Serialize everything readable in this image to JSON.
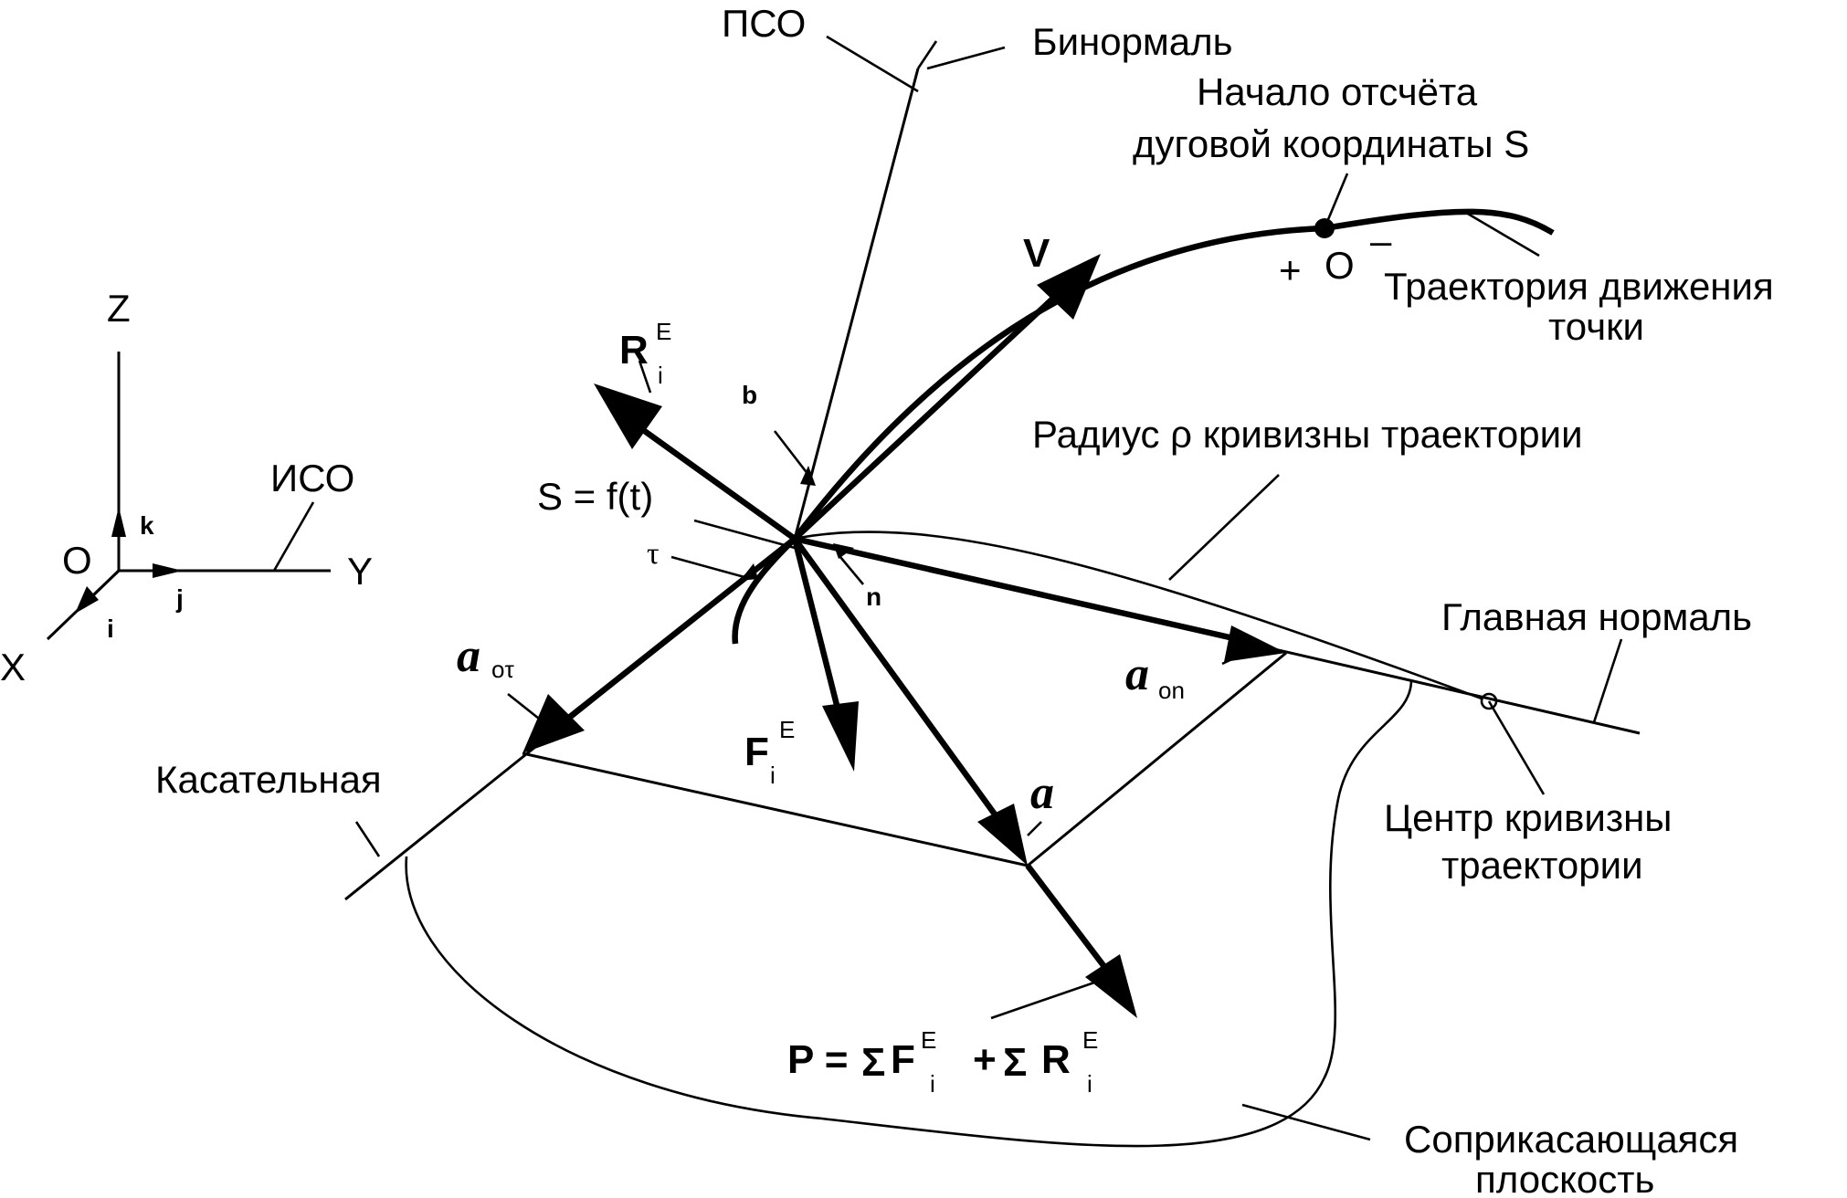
{
  "labels": {
    "pso": "ПСО",
    "binormal": "Бинормаль",
    "origin_arc_line1": "Начало отсчёта",
    "origin_arc_line2": "дуговой координаты S",
    "velocity": "V",
    "plus": "+",
    "o_point": "O",
    "minus": "–",
    "trajectory_line1": "Траектория движения",
    "trajectory_line2": "точки",
    "radius_label": "Радиус ρ кривизны траектории",
    "main_normal": "Главная нормаль",
    "center_line1": "Центр кривизны",
    "center_line2": "траектории",
    "tangent": "Касательная",
    "osculating_line1": "Соприкасающаяся",
    "osculating_line2": "плоскость",
    "s_equation": "S = f(t)",
    "tau": "τ",
    "b": "b",
    "n": "n",
    "a_tau_main": "a",
    "a_tau_sub": "oτ",
    "a_n_main": "a",
    "a_n_sub": "on",
    "a": "a",
    "R_main": "R",
    "R_sup": "E",
    "R_sub": "i",
    "F_main": "F",
    "F_sup": "E",
    "F_sub": "i",
    "P_left": "P =",
    "P_sum1": "Σ",
    "P_F": "F",
    "P_F_sup": "E",
    "P_F_sub": "i",
    "P_plus": "+",
    "P_sum2": "Σ",
    "P_R": "R",
    "P_R_sup": "E",
    "P_R_sub": "i"
  },
  "axes": {
    "z": "Z",
    "y": "Y",
    "x": "X",
    "origin": "O",
    "iso": "ИСО",
    "k": "k",
    "j": "j",
    "i": "i"
  }
}
